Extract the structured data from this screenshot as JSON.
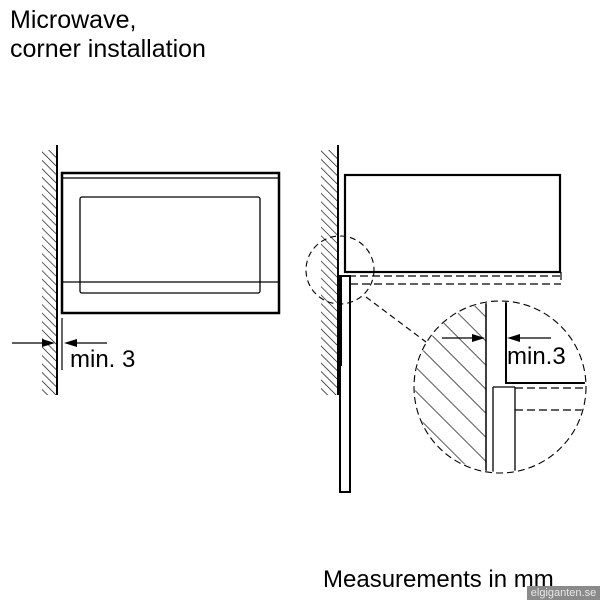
{
  "title": {
    "line1": "Microwave,",
    "line2": "corner installation"
  },
  "left_view": {
    "dimension_label": "min. 3"
  },
  "right_view": {
    "detail_dimension_label": "min.3"
  },
  "footer": {
    "units": "Measurements in mm"
  },
  "watermark": "elgiganten.se"
}
